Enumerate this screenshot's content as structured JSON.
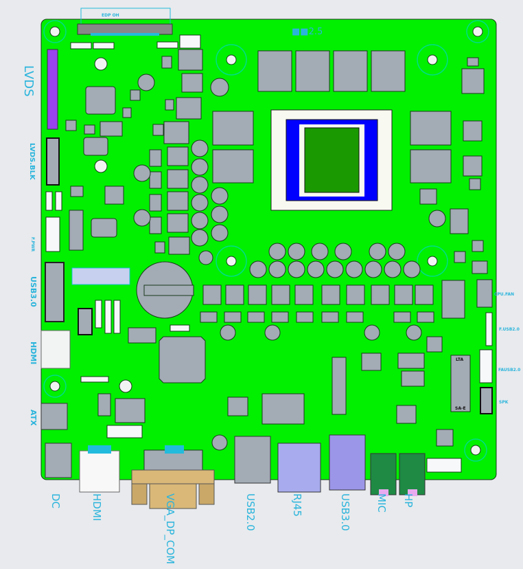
{
  "board": {
    "colors": {
      "board": "#00f000",
      "component": "#a3abb5",
      "silkscreen": "#2ab4dc",
      "lvds_header": "#9944ee",
      "cpu_socket": "#0000ff",
      "cpu_die": "#1a9a00",
      "vga_connector": "#d9b878",
      "rj45": "#a8acee",
      "usb30": "#9c96e8",
      "audio_jack": "#1e8a44"
    },
    "top_labels": {
      "edp": "EDP OH",
      "cpu_area": "■■2.5"
    },
    "left_labels": {
      "lvds": "LVDS",
      "lvds_blk": "LVDS.BLK",
      "f_pwr": "F.PWR",
      "usb30": "USB3.0",
      "hdmi": "HDMI",
      "atx": "ATX"
    },
    "right_labels": {
      "cpu_fan": "CPU.FAN",
      "f_usb20": "F.USB2.0",
      "fausb20": "FAUSB2.0",
      "spk": "SPK"
    },
    "m2_labels": {
      "top": "LTA",
      "bottom": "SA-E"
    },
    "bottom_labels": {
      "dc": "DC",
      "hdmi": "HDMI",
      "vga": "VGA_DP_COM",
      "usb20": "USB2.0",
      "rj45": "RJ45",
      "usb30": "USB3.0",
      "mic": "MIC",
      "hp": "HP"
    }
  }
}
